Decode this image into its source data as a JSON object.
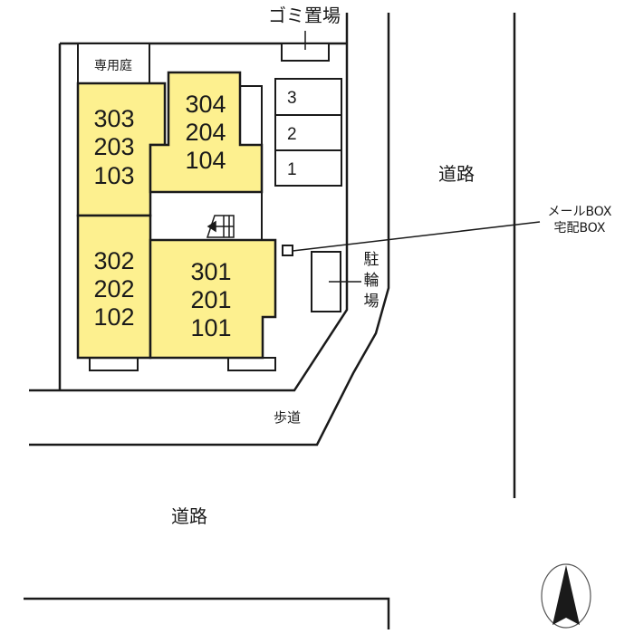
{
  "site_plan": {
    "title": "敷地配置図",
    "colors": {
      "building_fill": "#fdf08f",
      "line": "#1a1a1a",
      "background": "#ffffff"
    },
    "labels": {
      "garbage_area": "ゴミ置場",
      "private_garden": "専用庭",
      "road_east": "道路",
      "road_south": "道路",
      "sidewalk": "歩道",
      "bicycle_parking": [
        "駐",
        "輪",
        "場"
      ],
      "mailbox_line1": "メールBOX",
      "mailbox_line2": "宅配BOX"
    },
    "buildings": [
      {
        "id": "block-west-upper",
        "units": [
          "303",
          "203",
          "103"
        ]
      },
      {
        "id": "block-east-upper",
        "units": [
          "304",
          "204",
          "104"
        ]
      },
      {
        "id": "block-west-lower",
        "units": [
          "302",
          "202",
          "102"
        ]
      },
      {
        "id": "block-east-lower",
        "units": [
          "301",
          "201",
          "101"
        ]
      }
    ],
    "parking_spaces": [
      "3",
      "2",
      "1"
    ],
    "compass": {
      "icon": "north-arrow-icon",
      "direction": "north-up"
    }
  }
}
